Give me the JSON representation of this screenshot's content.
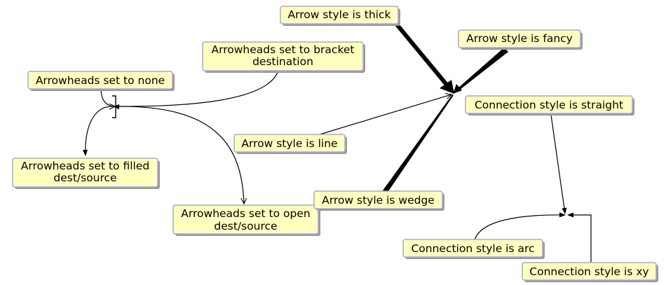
{
  "colors": {
    "box_fill": "#ffffc0",
    "box_border": "#a7a7d6",
    "box_shadow": "#9a9a9a",
    "arrow": "#000000"
  },
  "annotations": {
    "arrowheads_none": "Arrowheads set to none",
    "arrowheads_bracket": [
      "Arrowheads set to bracket",
      "destination"
    ],
    "arrowheads_filled": [
      "Arrowheads set to filled",
      "dest/source"
    ],
    "arrowheads_open": [
      "Arrowheads set to open",
      "dest/source"
    ],
    "style_thick": "Arrow style is thick",
    "style_fancy": "Arrow style is fancy",
    "style_line": "Arrow style is line",
    "style_wedge": "Arrow style is wedge",
    "conn_straight": "Connection style is straight",
    "conn_arc": "Connection style is arc",
    "conn_xy": "Connection style is xy"
  }
}
